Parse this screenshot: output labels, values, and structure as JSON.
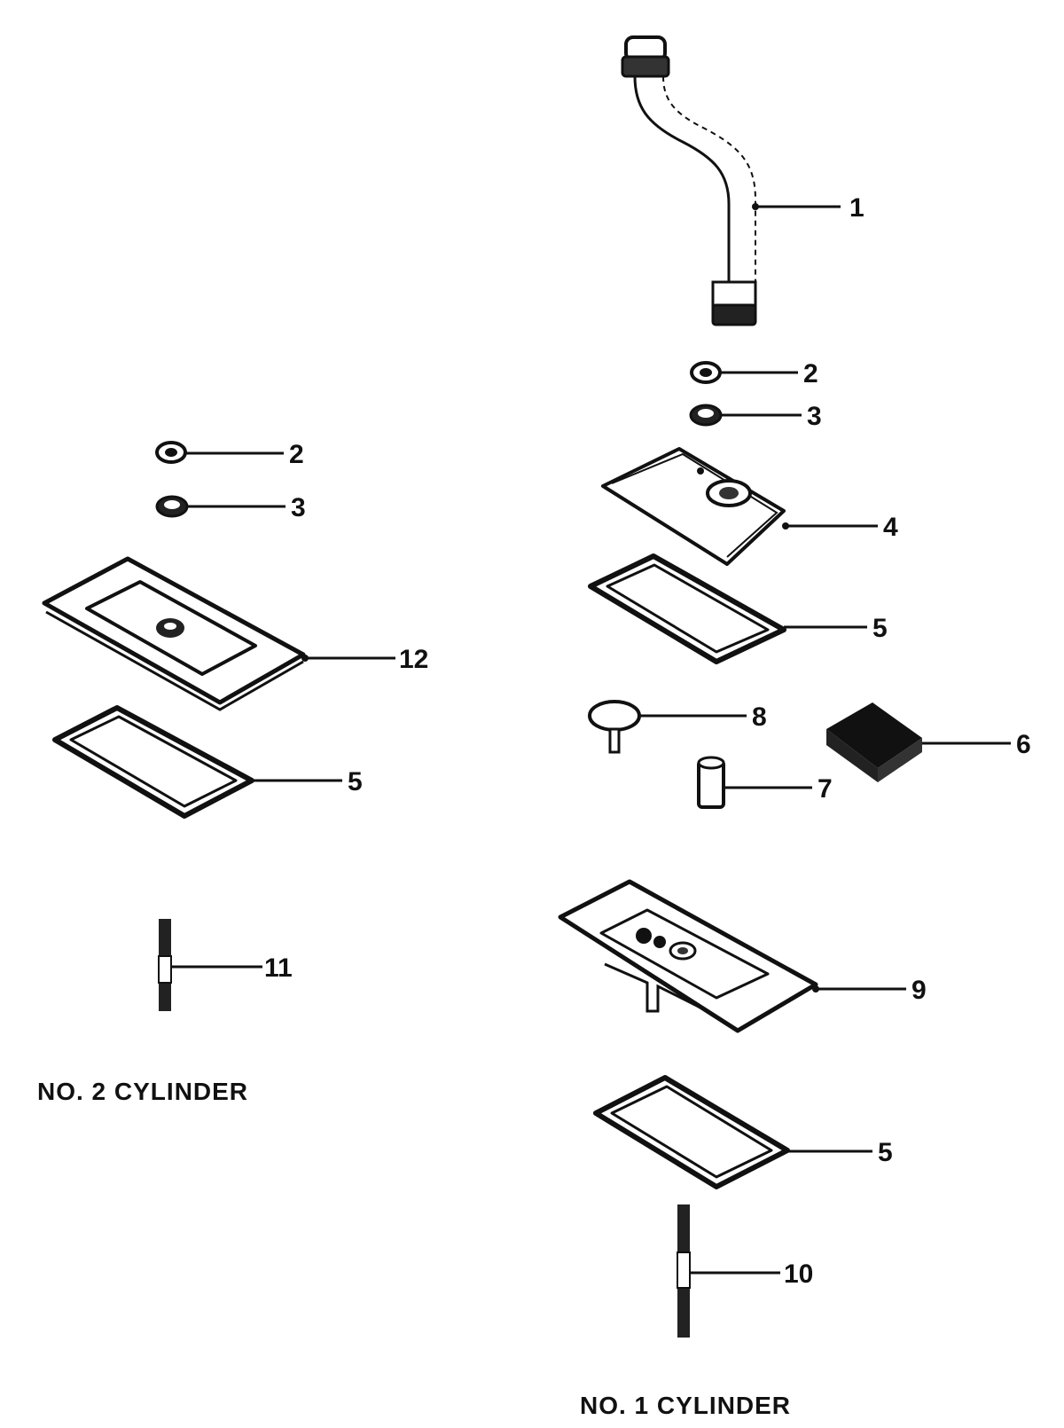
{
  "cylinders": {
    "no2": "NO. 2 CYLINDER",
    "no1": "NO. 1 CYLINDER"
  },
  "callouts": {
    "r1": "1",
    "r2": "2",
    "r3": "3",
    "r4": "4",
    "r5a": "5",
    "r8": "8",
    "r6": "6",
    "r7": "7",
    "r9": "9",
    "r5b": "5",
    "r10": "10",
    "l2": "2",
    "l3": "3",
    "l12": "12",
    "l5": "5",
    "l11": "11"
  }
}
